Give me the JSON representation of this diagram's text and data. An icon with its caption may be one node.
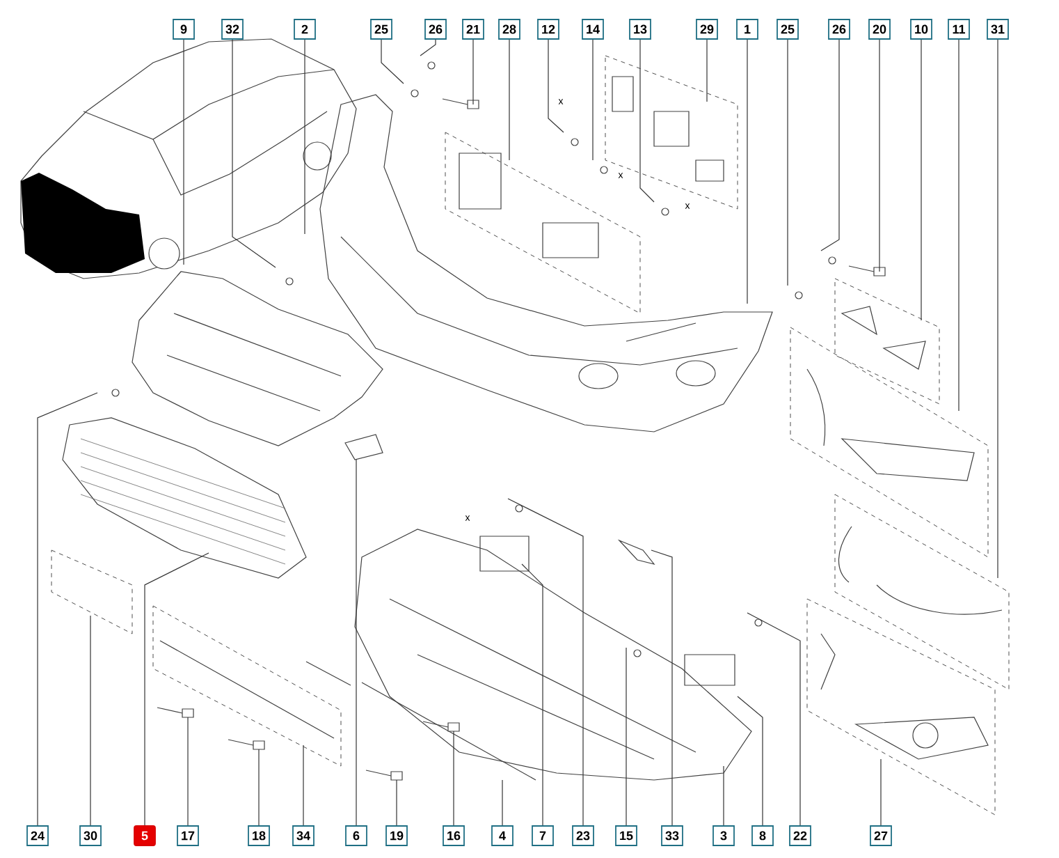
{
  "diagram": {
    "nodes": [
      {
        "text": [
          "9"
        ]
      },
      {
        "text": [
          "32"
        ]
      },
      {
        "text": [
          "2"
        ]
      },
      {
        "text": [
          "25"
        ]
      },
      {
        "text": [
          "26"
        ]
      },
      {
        "text": [
          "21"
        ]
      },
      {
        "text": [
          "28"
        ]
      },
      {
        "text": [
          "12"
        ]
      },
      {
        "text": [
          "14"
        ]
      },
      {
        "text": [
          "13"
        ]
      },
      {
        "text": [
          "29"
        ]
      },
      {
        "text": [
          "1"
        ]
      },
      {
        "text": [
          "25"
        ]
      },
      {
        "text": [
          "26"
        ]
      },
      {
        "text": [
          "20"
        ]
      },
      {
        "text": [
          "10"
        ]
      },
      {
        "text": [
          "11"
        ]
      },
      {
        "text": [
          "31"
        ]
      },
      {
        "text": [
          "24"
        ]
      },
      {
        "text": [
          "30"
        ]
      },
      {
        "text": [
          "5"
        ]
      },
      {
        "text": [
          "17"
        ]
      },
      {
        "text": [
          "18"
        ]
      },
      {
        "text": [
          "34"
        ]
      },
      {
        "text": [
          "6"
        ]
      },
      {
        "text": [
          "19"
        ]
      },
      {
        "text": [
          "16"
        ]
      },
      {
        "text": [
          "4"
        ]
      },
      {
        "text": [
          "7"
        ]
      },
      {
        "text": [
          "23"
        ]
      },
      {
        "text": [
          "15"
        ]
      },
      {
        "text": [
          "33"
        ]
      },
      {
        "text": [
          "3"
        ]
      },
      {
        "text": [
          "8"
        ]
      },
      {
        "text": [
          "22"
        ]
      },
      {
        "text": [
          "27"
        ]
      }
    ],
    "edges": [
      {
        "from": 0,
        "to": null,
        "arrow": "none"
      },
      {
        "from": 1,
        "to": null,
        "arrow": "none"
      },
      {
        "from": 2,
        "to": null,
        "arrow": "none"
      },
      {
        "from": 3,
        "to": null,
        "arrow": "none"
      },
      {
        "from": 4,
        "to": null,
        "arrow": "none"
      },
      {
        "from": 5,
        "to": null,
        "arrow": "none"
      },
      {
        "from": 6,
        "to": null,
        "arrow": "none"
      },
      {
        "from": 7,
        "to": null,
        "arrow": "none"
      },
      {
        "from": 8,
        "to": null,
        "arrow": "none"
      },
      {
        "from": 9,
        "to": null,
        "arrow": "none"
      },
      {
        "from": 10,
        "to": null,
        "arrow": "none"
      },
      {
        "from": 11,
        "to": null,
        "arrow": "none"
      },
      {
        "from": 12,
        "to": null,
        "arrow": "none"
      },
      {
        "from": 13,
        "to": null,
        "arrow": "none"
      },
      {
        "from": 14,
        "to": null,
        "arrow": "none"
      },
      {
        "from": 15,
        "to": null,
        "arrow": "none"
      },
      {
        "from": 16,
        "to": null,
        "arrow": "none"
      },
      {
        "from": 17,
        "to": null,
        "arrow": "none"
      },
      {
        "from": 18,
        "to": null,
        "arrow": "none"
      },
      {
        "from": 19,
        "to": null,
        "arrow": "none"
      },
      {
        "from": 20,
        "to": null,
        "arrow": "none"
      },
      {
        "from": 21,
        "to": null,
        "arrow": "none"
      },
      {
        "from": 22,
        "to": null,
        "arrow": "none"
      },
      {
        "from": 23,
        "to": null,
        "arrow": "none"
      },
      {
        "from": 24,
        "to": null,
        "arrow": "none"
      },
      {
        "from": 25,
        "to": null,
        "arrow": "none"
      },
      {
        "from": 26,
        "to": null,
        "arrow": "none"
      },
      {
        "from": 27,
        "to": null,
        "arrow": "none"
      },
      {
        "from": 28,
        "to": null,
        "arrow": "none"
      },
      {
        "from": 29,
        "to": null,
        "arrow": "none"
      },
      {
        "from": 30,
        "to": null,
        "arrow": "none"
      },
      {
        "from": 31,
        "to": null,
        "arrow": "none"
      },
      {
        "from": 32,
        "to": null,
        "arrow": "none"
      },
      {
        "from": 33,
        "to": null,
        "arrow": "none"
      },
      {
        "from": 34,
        "to": null,
        "arrow": "none"
      },
      {
        "from": 35,
        "to": null,
        "arrow": "none"
      }
    ],
    "labels": [
      "x",
      "x",
      "x",
      "x"
    ]
  }
}
